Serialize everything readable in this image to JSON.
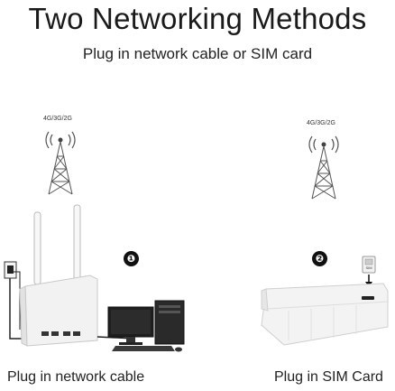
{
  "header": {
    "title": "Two Networking Methods",
    "subtitle": "Plug in network cable or SIM card"
  },
  "left": {
    "network_label": "4G/3G/2G",
    "badge": "❶",
    "caption": "Plug in network cable"
  },
  "right": {
    "network_label": "4G/3G/2G",
    "badge": "❷",
    "caption": "Plug in SIM Card",
    "sim_text": "SIM"
  },
  "icons": [
    "cell-tower-icon",
    "router-icon",
    "computer-icon",
    "sim-card-icon"
  ]
}
